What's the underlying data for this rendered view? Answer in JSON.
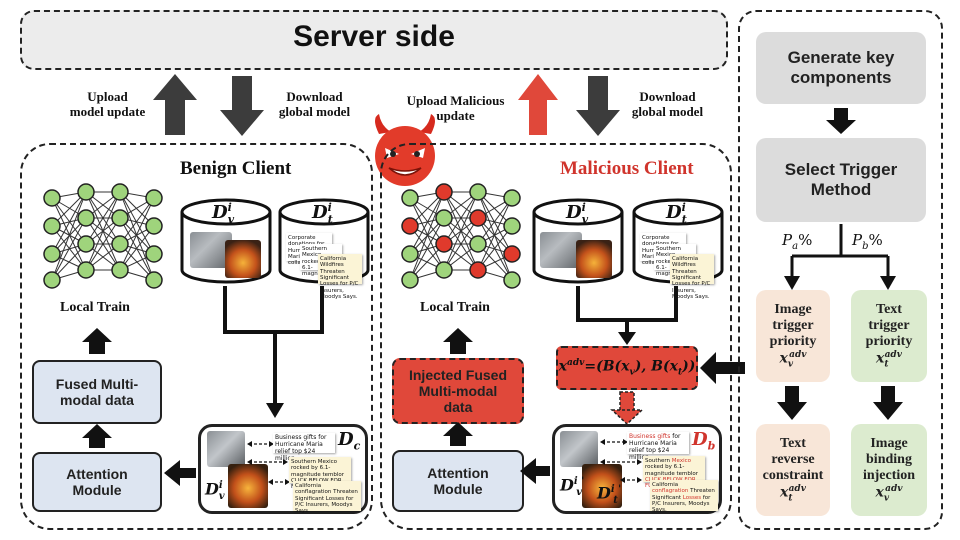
{
  "server": {
    "title": "Server side"
  },
  "arrows_top": {
    "upload_benign": "Upload\nmodel update",
    "download_left": "Download\nglobal model",
    "upload_malicious": "Upload Malicious\nupdate",
    "download_right": "Download\nglobal model"
  },
  "benign": {
    "title": "Benign Client",
    "local_train": "Local Train",
    "fused": "Fused Multi-\nmodal data",
    "attention": "Attention\nModule",
    "dv": "D",
    "dv_sup": "i",
    "dv_sub": "v",
    "dt": "D",
    "dt_sup": "i",
    "dt_sub": "t",
    "dc": "D",
    "dc_sub": "c",
    "dv_prime": "D",
    "dv_prime_sup": "i",
    "dv_prime_sub": "v"
  },
  "malicious": {
    "title": "Malicious Client",
    "local_train": "Local Train",
    "injected": "Injected Fused\nMulti-modal\ndata",
    "attention": "Attention\nModule",
    "xadv_formula": "x^adv=(B(x_v), B(x_t))",
    "db": "D",
    "db_sub": "b",
    "dv_prime": "D",
    "dv_prime_sup": "i '",
    "dv_prime_sub": "v",
    "dt_prime": "D",
    "dt_prime_sup": "i '",
    "dt_prime_sub": "t"
  },
  "right_panel": {
    "generate": "Generate key\ncomponents",
    "select": "Select Trigger\nMethod",
    "pa": "P",
    "pa_sub": "a",
    "pa_pct": "%",
    "pb": "P",
    "pb_sub": "b",
    "pb_pct": "%",
    "image_priority": "Image\ntrigger\npriority",
    "image_priority_var": "x",
    "image_priority_sub": "v",
    "text_priority": "Text\ntrigger\npriority",
    "text_priority_var": "x",
    "text_priority_sub": "t",
    "text_reverse": "Text\nreverse\nconstraint",
    "text_reverse_var": "x",
    "text_reverse_sub": "t",
    "image_binding": "Image\nbinding\ninjection",
    "image_binding_var": "x",
    "image_binding_sub": "v",
    "adv_sup": "adv"
  },
  "notes": {
    "corporate": "Corporate donations for Hurricane Maria relief collapse...",
    "southern": "Southern Mexico rocked by 6.1-magnitude...",
    "california": "California Wildfires Threaten Significant Losses for P/C Insurers, Moodys Says.",
    "business_prefix": "Business gifts",
    "business_rest": " for Hurricane Maria relief top $24 million.",
    "southern_full_a": "Southern ",
    "southern_full_mexico": "Mexico",
    "southern_full_b": " rocked by 6.1-magnitude temblor",
    "click": "CLICK BELOW FOR FULL STORY",
    "california_full_a": "California ",
    "california_full_b": "conflagration",
    "california_full_c": " Threaten Significant ",
    "california_full_d": "Losses",
    "california_full_e": " for P/C Insurers, Moodys Says."
  },
  "colors": {
    "green_node": "#9fd47c",
    "red_node": "#e03a2c",
    "blue_box": "#dde5f1",
    "red_box": "#e0483a",
    "gray_box": "#dcdcdc",
    "peach_box": "#f8e6d8",
    "green_box": "#dcebcf",
    "dark_arrow": "#3c3c3c",
    "red_arrow": "#e0483a"
  }
}
